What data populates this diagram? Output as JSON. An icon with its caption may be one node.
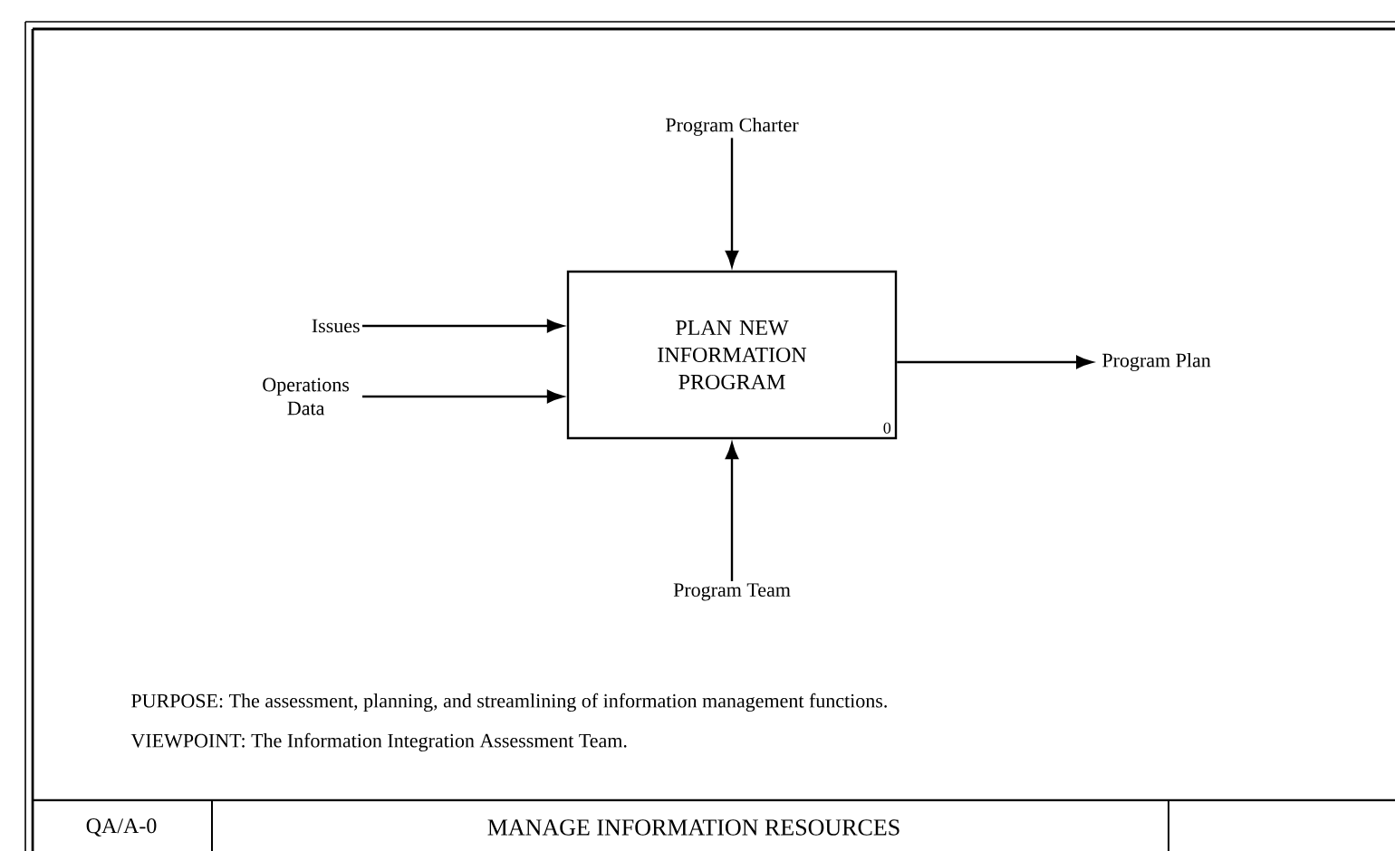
{
  "diagram": {
    "nodes": [
      {
        "text": [
          "PLAN NEW INFORMATION PROGRAM",
          "0"
        ]
      },
      {
        "text": [
          "Issues"
        ]
      },
      {
        "text": [
          "Operations Data"
        ]
      },
      {
        "text": [
          "Program Charter"
        ]
      },
      {
        "text": [
          "Program Team"
        ]
      },
      {
        "text": [
          "Program Plan"
        ]
      }
    ],
    "edges": [
      {
        "from": 1,
        "to": 0,
        "arrow": "to"
      },
      {
        "from": 2,
        "to": 0,
        "arrow": "to"
      },
      {
        "from": 3,
        "to": 0,
        "arrow": "to"
      },
      {
        "from": 4,
        "to": 0,
        "arrow": "to"
      },
      {
        "from": 0,
        "to": 5,
        "arrow": "to"
      }
    ],
    "labels": [
      "PURPOSE: The assessment, planning, and streamlining of information management functions.",
      "VIEWPOINT: The Information Integration Assessment Team.",
      "QA/A-0",
      "MANAGE INFORMATION RESOURCES"
    ]
  }
}
